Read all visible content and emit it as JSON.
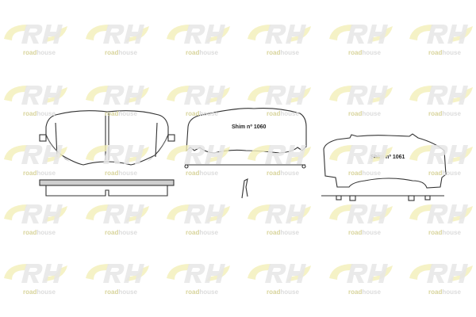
{
  "watermark": {
    "brand_rh": "RH",
    "brand_road": "road",
    "brand_house": "house",
    "colors": {
      "swoosh": "#f3efb8",
      "letters": "#e6e6e6"
    }
  },
  "shims": [
    {
      "label": "Shim nº 1060"
    },
    {
      "label": "Shim nº 1061"
    }
  ],
  "colors": {
    "line": "#333333",
    "friction_fill": "#b8b8b8"
  }
}
